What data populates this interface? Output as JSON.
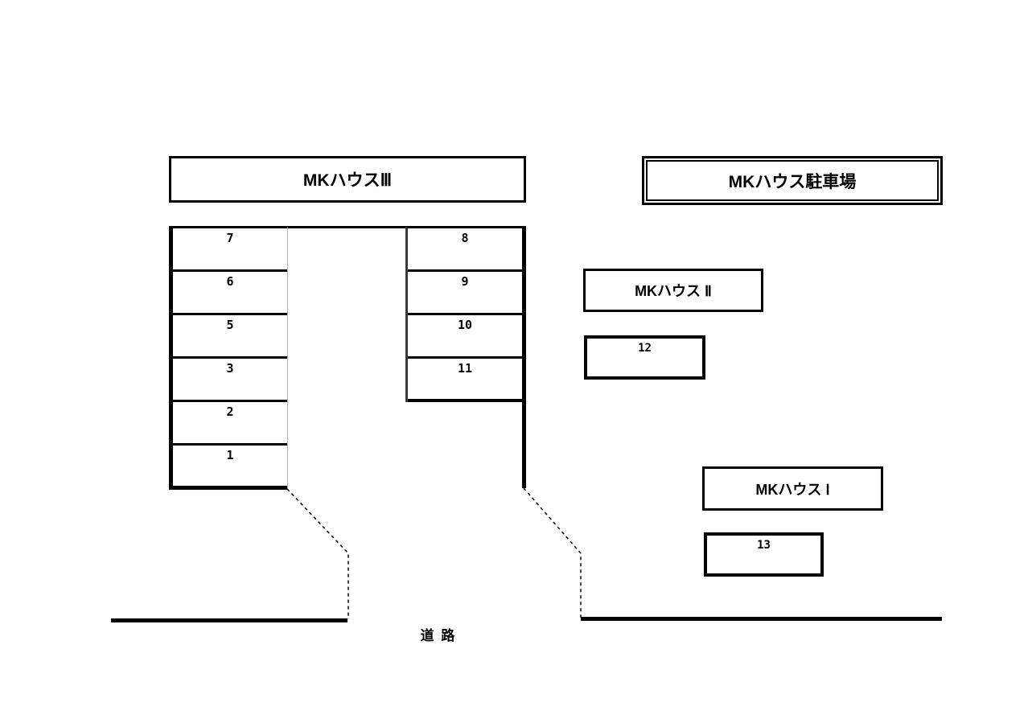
{
  "document": {
    "type": "parking-layout-diagram",
    "background": "#ffffff"
  },
  "labels": {
    "building_3": "MKハウスⅢ",
    "parking_lot": "MKハウス駐車場",
    "building_2": "MKハウス Ⅱ",
    "building_1": "MKハウス Ⅰ",
    "road": "道 路"
  },
  "stalls": {
    "left_column": [
      "7",
      "6",
      "5",
      "3",
      "2",
      "1"
    ],
    "middle_column": [
      "8",
      "9",
      "10",
      "11"
    ],
    "building_2_stall": "12",
    "building_1_stall": "13"
  },
  "colors": {
    "line": "#000000",
    "thin_divider": "#b3b3b3"
  }
}
